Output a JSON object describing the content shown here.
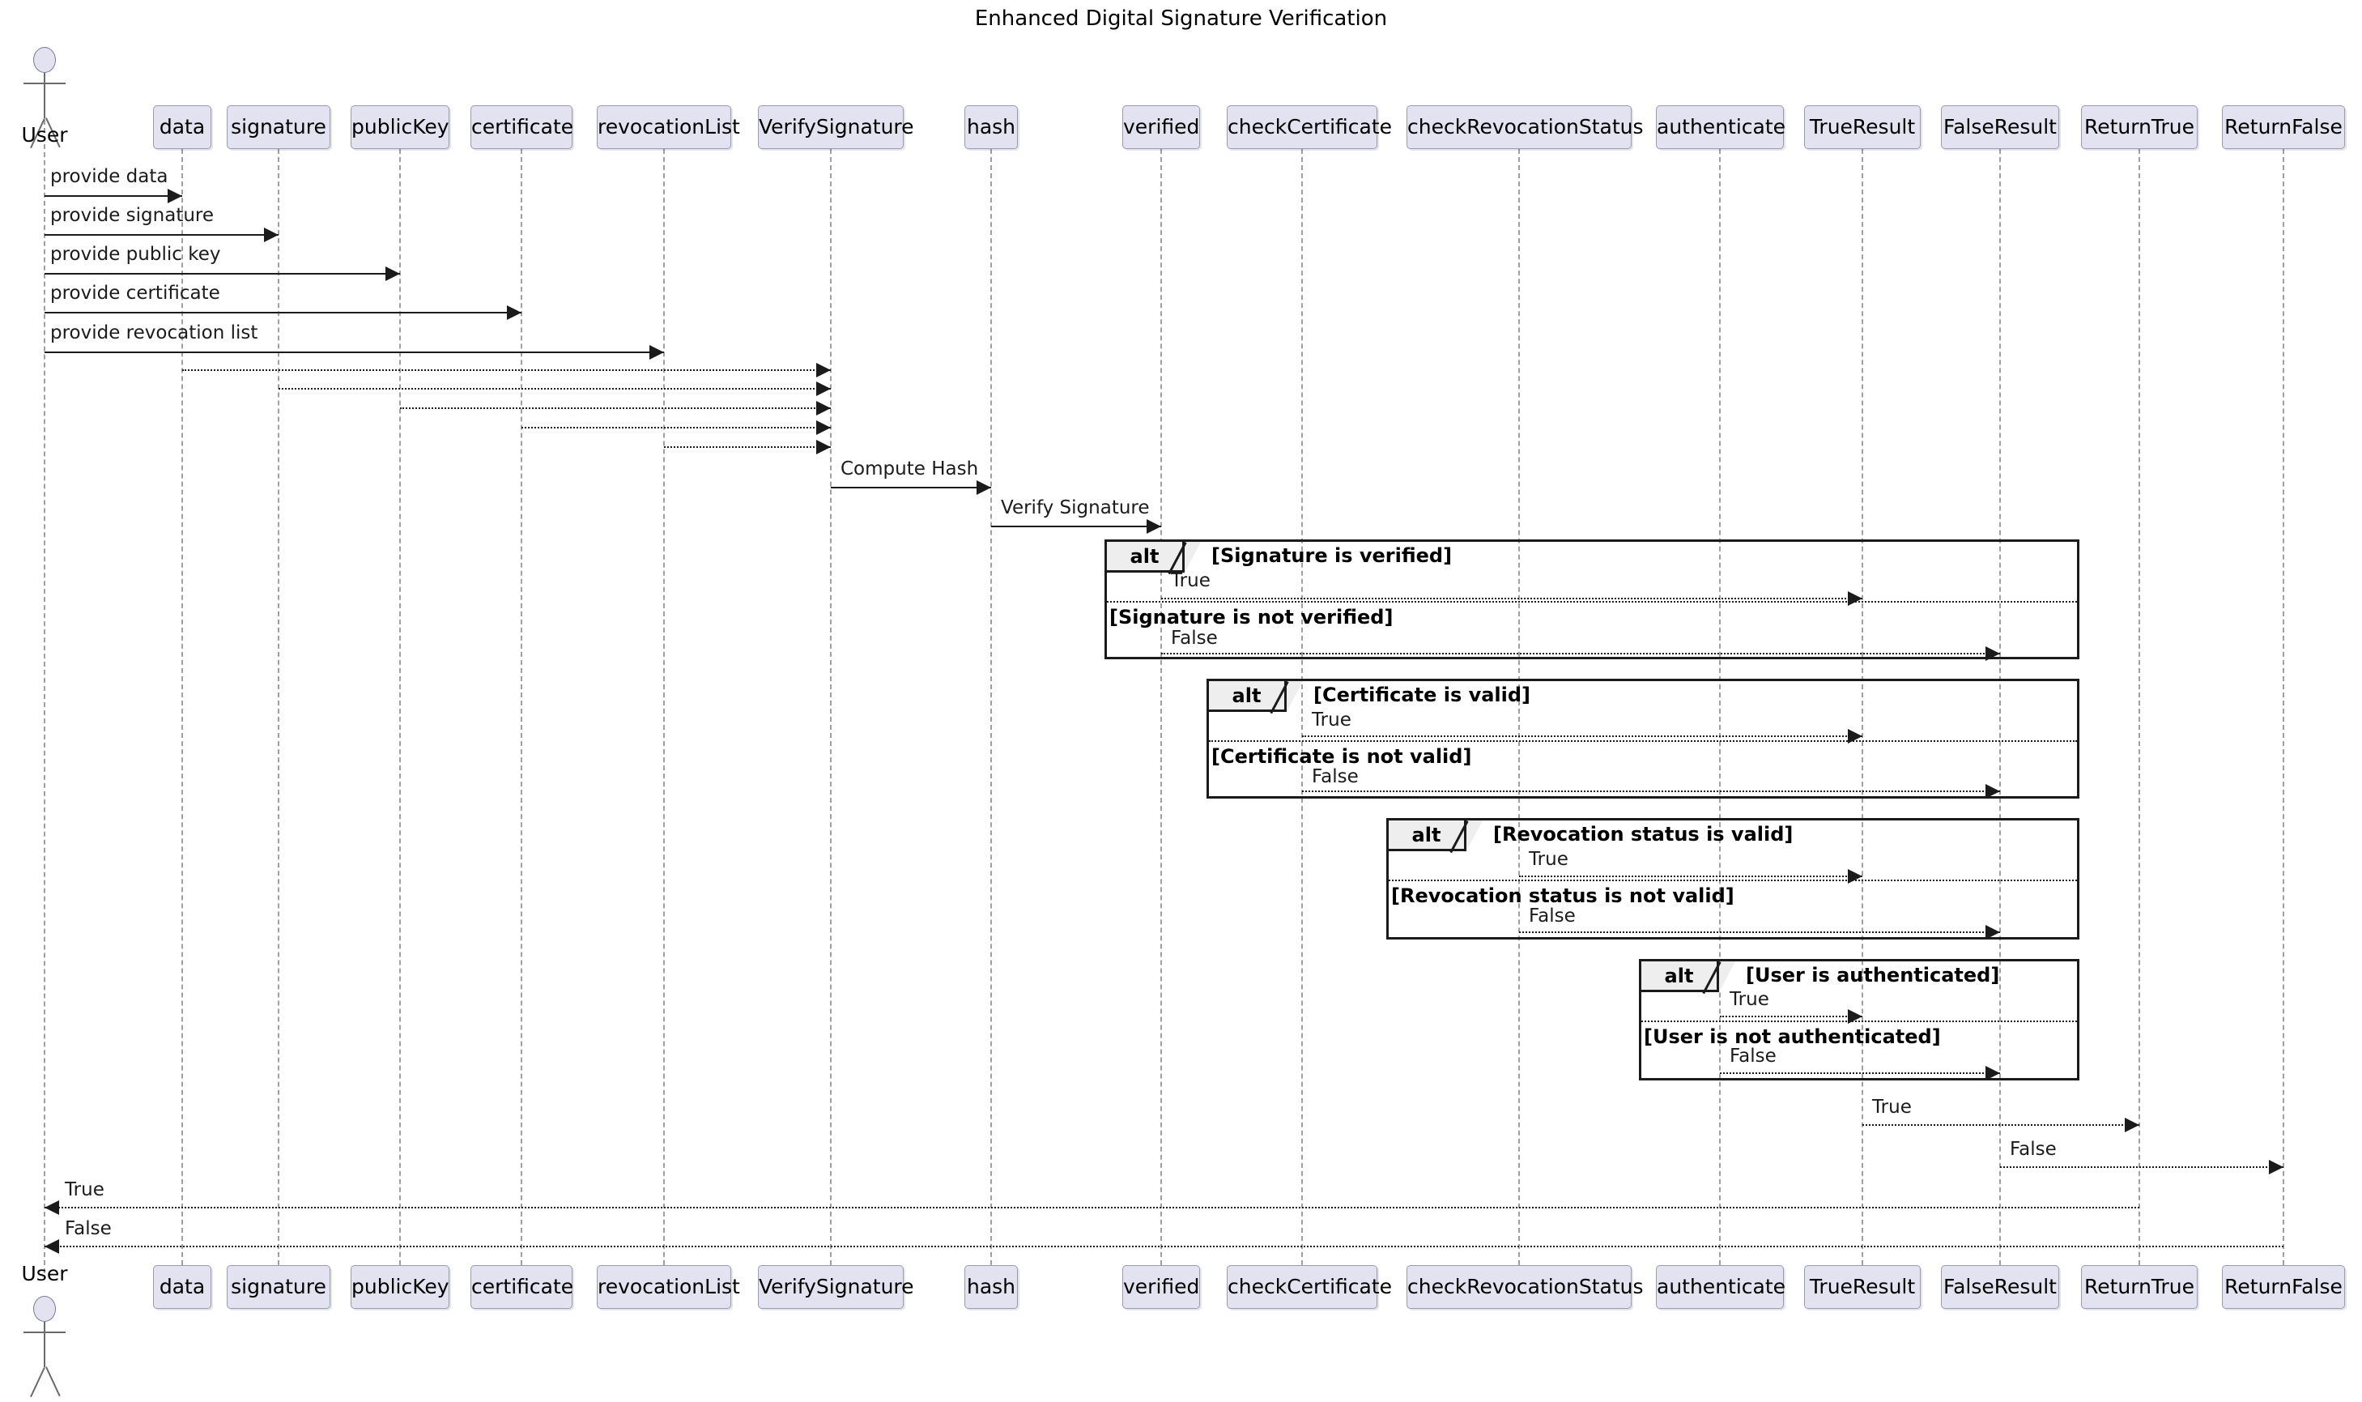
{
  "diagram": {
    "title": "Enhanced Digital Signature Verification",
    "type": "uml-sequence-diagram"
  },
  "actor": {
    "name": "User",
    "icon": "actor-stickman-icon"
  },
  "participants": [
    {
      "id": "data",
      "label": "data"
    },
    {
      "id": "signature",
      "label": "signature"
    },
    {
      "id": "publicKey",
      "label": "publicKey"
    },
    {
      "id": "certificate",
      "label": "certificate"
    },
    {
      "id": "revocationList",
      "label": "revocationList"
    },
    {
      "id": "VerifySignature",
      "label": "VerifySignature"
    },
    {
      "id": "hash",
      "label": "hash"
    },
    {
      "id": "verified",
      "label": "verified"
    },
    {
      "id": "checkCertificate",
      "label": "checkCertificate"
    },
    {
      "id": "checkRevocationStatus",
      "label": "checkRevocationStatus"
    },
    {
      "id": "authenticate",
      "label": "authenticate"
    },
    {
      "id": "TrueResult",
      "label": "TrueResult"
    },
    {
      "id": "FalseResult",
      "label": "FalseResult"
    },
    {
      "id": "ReturnTrue",
      "label": "ReturnTrue"
    },
    {
      "id": "ReturnFalse",
      "label": "ReturnFalse"
    }
  ],
  "messages": [
    {
      "label": "provide data",
      "from": "User",
      "to": "data",
      "style": "solid"
    },
    {
      "label": "provide signature",
      "from": "User",
      "to": "signature",
      "style": "solid"
    },
    {
      "label": "provide public key",
      "from": "User",
      "to": "publicKey",
      "style": "solid"
    },
    {
      "label": "provide certificate",
      "from": "User",
      "to": "certificate",
      "style": "solid"
    },
    {
      "label": "provide revocation list",
      "from": "User",
      "to": "revocationList",
      "style": "solid"
    },
    {
      "label": "",
      "from": "data",
      "to": "VerifySignature",
      "style": "dotted"
    },
    {
      "label": "",
      "from": "signature",
      "to": "VerifySignature",
      "style": "dotted"
    },
    {
      "label": "",
      "from": "publicKey",
      "to": "VerifySignature",
      "style": "dotted"
    },
    {
      "label": "",
      "from": "certificate",
      "to": "VerifySignature",
      "style": "dotted"
    },
    {
      "label": "",
      "from": "revocationList",
      "to": "VerifySignature",
      "style": "dotted"
    },
    {
      "label": "Compute Hash",
      "from": "VerifySignature",
      "to": "hash",
      "style": "solid"
    },
    {
      "label": "Verify Signature",
      "from": "hash",
      "to": "verified",
      "style": "solid"
    },
    {
      "label": "True",
      "from": "verified",
      "to": "TrueResult",
      "style": "dotted"
    },
    {
      "label": "False",
      "from": "verified",
      "to": "FalseResult",
      "style": "dotted"
    },
    {
      "label": "True",
      "from": "checkCertificate",
      "to": "TrueResult",
      "style": "dotted"
    },
    {
      "label": "False",
      "from": "checkCertificate",
      "to": "FalseResult",
      "style": "dotted"
    },
    {
      "label": "True",
      "from": "checkRevocationStatus",
      "to": "TrueResult",
      "style": "dotted"
    },
    {
      "label": "False",
      "from": "checkRevocationStatus",
      "to": "FalseResult",
      "style": "dotted"
    },
    {
      "label": "True",
      "from": "authenticate",
      "to": "TrueResult",
      "style": "dotted"
    },
    {
      "label": "False",
      "from": "authenticate",
      "to": "FalseResult",
      "style": "dotted"
    },
    {
      "label": "True",
      "from": "TrueResult",
      "to": "ReturnTrue",
      "style": "dotted"
    },
    {
      "label": "False",
      "from": "FalseResult",
      "to": "ReturnFalse",
      "style": "dotted"
    },
    {
      "label": "True",
      "from": "ReturnTrue",
      "to": "User",
      "style": "dotted"
    },
    {
      "label": "False",
      "from": "ReturnFalse",
      "to": "User",
      "style": "dotted"
    }
  ],
  "alt_blocks": [
    {
      "keyword": "alt",
      "guard_then": "[Signature is verified]",
      "guard_else": "[Signature is not verified]",
      "then_label": "True",
      "else_label": "False"
    },
    {
      "keyword": "alt",
      "guard_then": "[Certificate is valid]",
      "guard_else": "[Certificate is not valid]",
      "then_label": "True",
      "else_label": "False"
    },
    {
      "keyword": "alt",
      "guard_then": "[Revocation status is valid]",
      "guard_else": "[Revocation status is not valid]",
      "then_label": "True",
      "else_label": "False"
    },
    {
      "keyword": "alt",
      "guard_then": "[User is authenticated]",
      "guard_else": "[User is not authenticated]",
      "then_label": "True",
      "else_label": "False"
    }
  ],
  "colors": {
    "participant_fill": "#E2E2F0",
    "participant_border": "#9a9ab0",
    "lifeline": "#A0A0A0",
    "frame_border": "#1B1B1B",
    "alt_tab_fill": "#EEEEEE",
    "background": "#FFFFFF",
    "text": "#000000"
  }
}
